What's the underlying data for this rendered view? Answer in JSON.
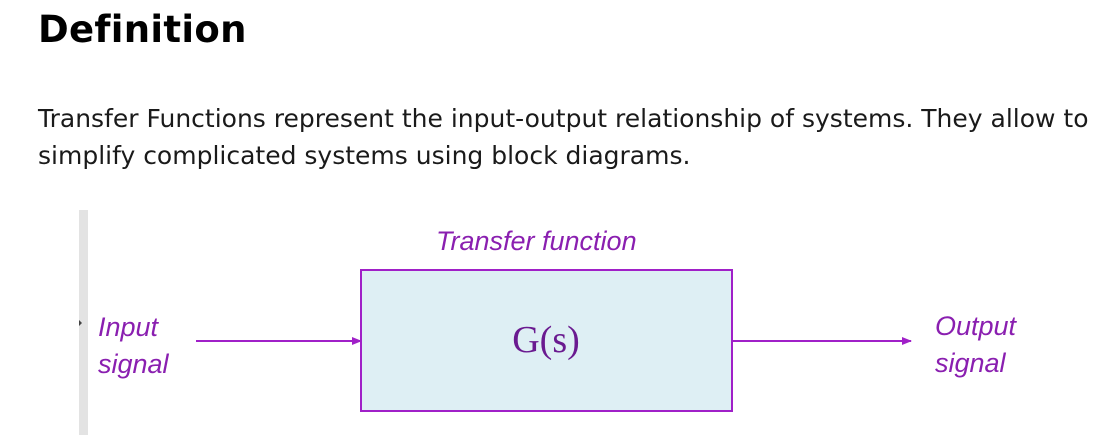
{
  "title": "Definition",
  "paragraph": "Transfer Functions represent the input-output relationship of systems. They allow to simplify complicated systems using block diagrams.",
  "diagram": {
    "block_caption": "Transfer function",
    "block_expression": "G(s)",
    "input_label_line1": "Input",
    "input_label_line2": "signal",
    "output_label_line1": "Output",
    "output_label_line2": "signal",
    "colors": {
      "line": "#a020c8",
      "text": "#8a1fb0",
      "block_fill": "#deeff4",
      "expression": "#6a1a90"
    }
  }
}
